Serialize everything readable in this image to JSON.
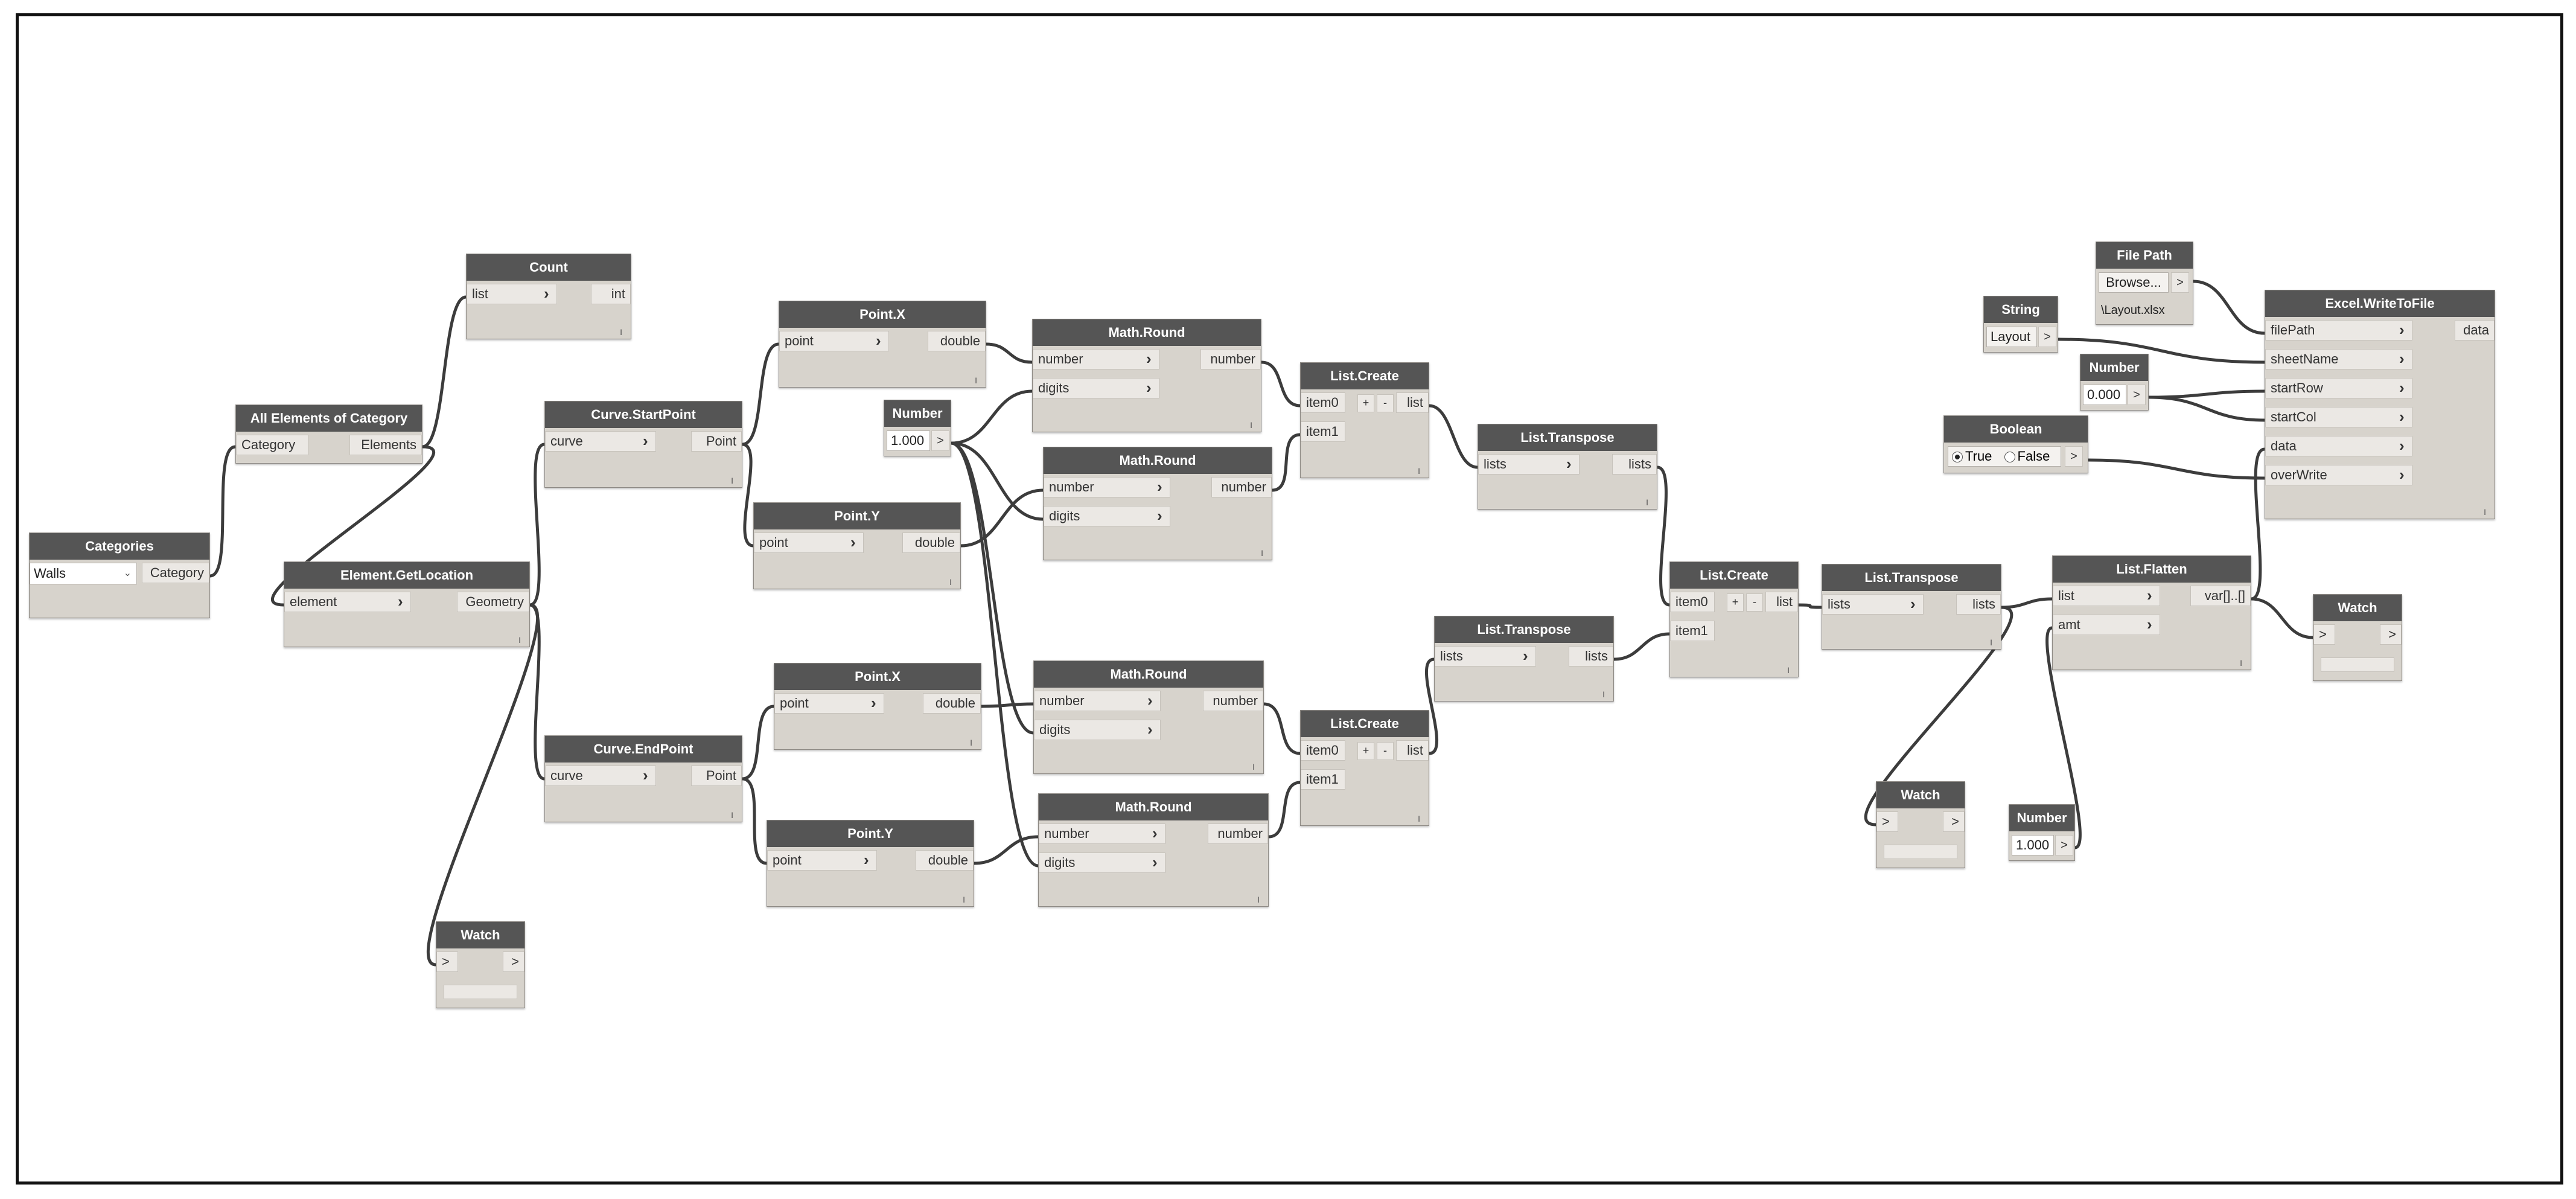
{
  "nodes": {
    "categories": {
      "title": "Categories",
      "dropdown": "Walls",
      "output": "Category"
    },
    "all_elements": {
      "title": "All Elements of Category",
      "input": "Category",
      "output": "Elements"
    },
    "count": {
      "title": "Count",
      "input": "list",
      "output": "int"
    },
    "get_location": {
      "title": "Element.GetLocation",
      "input": "element",
      "output": "Geometry"
    },
    "watch1": {
      "title": "Watch",
      "input": ">",
      "output": ">"
    },
    "start_point": {
      "title": "Curve.StartPoint",
      "input": "curve",
      "output": "Point"
    },
    "end_point": {
      "title": "Curve.EndPoint",
      "input": "curve",
      "output": "Point"
    },
    "point_x1": {
      "title": "Point.X",
      "input": "point",
      "output": "double"
    },
    "point_y1": {
      "title": "Point.Y",
      "input": "point",
      "output": "double"
    },
    "point_x2": {
      "title": "Point.X",
      "input": "point",
      "output": "double"
    },
    "point_y2": {
      "title": "Point.Y",
      "input": "point",
      "output": "double"
    },
    "number1": {
      "title": "Number",
      "value": "1.000",
      "arrow": ">"
    },
    "round1": {
      "title": "Math.Round",
      "in1": "number",
      "in2": "digits",
      "output": "number"
    },
    "round2": {
      "title": "Math.Round",
      "in1": "number",
      "in2": "digits",
      "output": "number"
    },
    "round3": {
      "title": "Math.Round",
      "in1": "number",
      "in2": "digits",
      "output": "number"
    },
    "round4": {
      "title": "Math.Round",
      "in1": "number",
      "in2": "digits",
      "output": "number"
    },
    "list_create1": {
      "title": "List.Create",
      "in1": "item0",
      "in2": "item1",
      "output": "list",
      "plus": "+",
      "minus": "-"
    },
    "list_create2": {
      "title": "List.Create",
      "in1": "item0",
      "in2": "item1",
      "output": "list",
      "plus": "+",
      "minus": "-"
    },
    "transpose1": {
      "title": "List.Transpose",
      "input": "lists",
      "output": "lists"
    },
    "transpose2": {
      "title": "List.Transpose",
      "input": "lists",
      "output": "lists"
    },
    "list_create3": {
      "title": "List.Create",
      "in1": "item0",
      "in2": "item1",
      "output": "list",
      "plus": "+",
      "minus": "-"
    },
    "transpose3": {
      "title": "List.Transpose",
      "input": "lists",
      "output": "lists"
    },
    "flatten": {
      "title": "List.Flatten",
      "in1": "list",
      "in2": "amt",
      "output": "var[]..[]"
    },
    "watch2": {
      "title": "Watch",
      "input": ">",
      "output": ">"
    },
    "watch3": {
      "title": "Watch",
      "input": ">",
      "output": ">"
    },
    "number2": {
      "title": "Number",
      "value": "1.000",
      "arrow": ">"
    },
    "string": {
      "title": "String",
      "value": "Layout",
      "arrow": ">"
    },
    "file_path": {
      "title": "File Path",
      "button": "Browse...",
      "path": "\\Layout.xlsx",
      "arrow": ">"
    },
    "number3": {
      "title": "Number",
      "value": "0.000",
      "arrow": ">"
    },
    "boolean": {
      "title": "Boolean",
      "true_label": "True",
      "false_label": "False",
      "arrow": ">"
    },
    "excel": {
      "title": "Excel.WriteToFile",
      "inputs": [
        "filePath",
        "sheetName",
        "startRow",
        "startCol",
        "data",
        "overWrite"
      ],
      "output": "data"
    }
  }
}
